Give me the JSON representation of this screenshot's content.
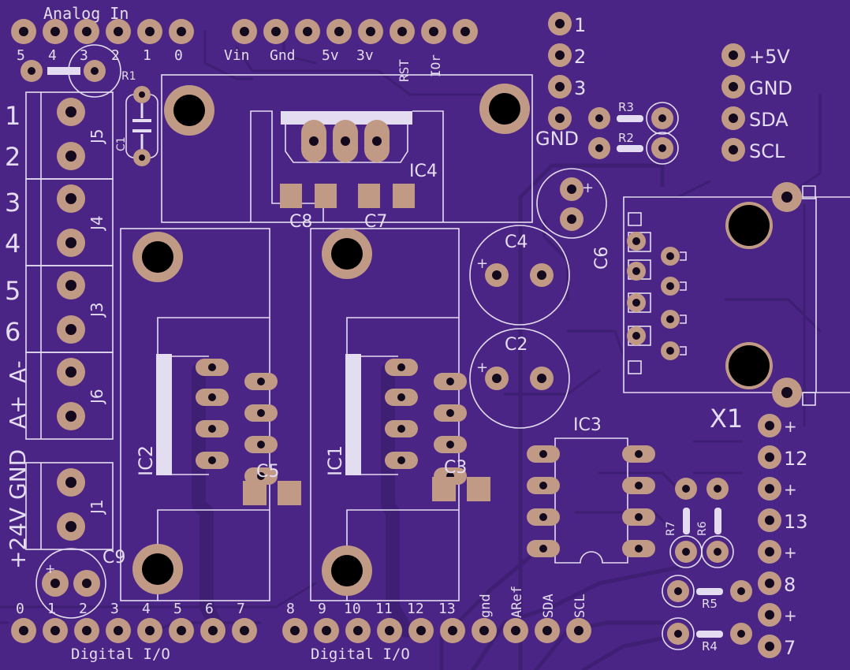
{
  "board": {
    "colors": {
      "board": "#4a2585",
      "silk": "#e4dcf0",
      "copper": "#c19a86",
      "hole": "#140a1e",
      "trace": "#3f1f74"
    }
  },
  "labels": {
    "analog_in": "Analog In",
    "analog_pins": [
      "5",
      "4",
      "3",
      "2",
      "1",
      "0"
    ],
    "power_pins": [
      "Vin",
      "Gnd",
      "5v",
      "3v",
      "RST",
      "IOr"
    ],
    "digital_io": "Digital I/O",
    "digital_pins_a": [
      "0",
      "1",
      "2",
      "3",
      "4",
      "5",
      "6",
      "7"
    ],
    "digital_pins_b": [
      "8",
      "9",
      "10",
      "11",
      "12",
      "13",
      "gnd",
      "ARef",
      "SDA",
      "SCL"
    ],
    "header_top_right": [
      "1",
      "2",
      "3",
      "GND"
    ],
    "i2c": [
      "+5V",
      "GND",
      "SDA",
      "SCL"
    ],
    "right_header": [
      "+",
      "12",
      "+",
      "13",
      "+",
      "8",
      "+",
      "7"
    ],
    "terminal_labels": [
      "1",
      "2",
      "3",
      "4",
      "5",
      "6",
      "A-",
      "A+",
      "GND",
      "+24V"
    ]
  },
  "components": {
    "r1": "R1",
    "c1": "C1",
    "c9": "C9",
    "j5": "J5",
    "j4": "J4",
    "j3": "J3",
    "j6": "J6",
    "j1": "J1",
    "ic4": "IC4",
    "c8": "C8",
    "c7": "C7",
    "c6": "C6",
    "c4": "C4",
    "c2": "C2",
    "ic2": "IC2",
    "ic1": "IC1",
    "c5": "C5",
    "c3": "C3",
    "ic3": "IC3",
    "x1": "X1",
    "r2": "R2",
    "r3": "R3",
    "r4": "R4",
    "r5": "R5",
    "r6": "R6",
    "r7": "R7",
    "plus": "+"
  }
}
